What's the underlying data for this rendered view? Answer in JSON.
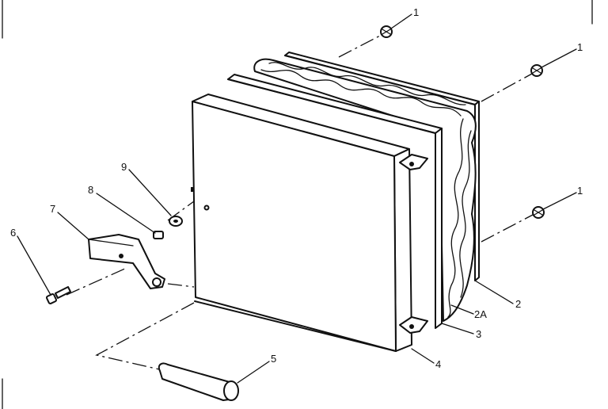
{
  "callouts": [
    {
      "id": "c1a",
      "text": "1"
    },
    {
      "id": "c1b",
      "text": "1"
    },
    {
      "id": "c1c",
      "text": "1"
    },
    {
      "id": "c2",
      "text": "2"
    },
    {
      "id": "c2a",
      "text": "2A"
    },
    {
      "id": "c3",
      "text": "3"
    },
    {
      "id": "c4",
      "text": "4"
    },
    {
      "id": "c5",
      "text": "5"
    },
    {
      "id": "c6",
      "text": "6"
    },
    {
      "id": "c7",
      "text": "7"
    },
    {
      "id": "c8",
      "text": "8"
    },
    {
      "id": "c9",
      "text": "9"
    }
  ]
}
